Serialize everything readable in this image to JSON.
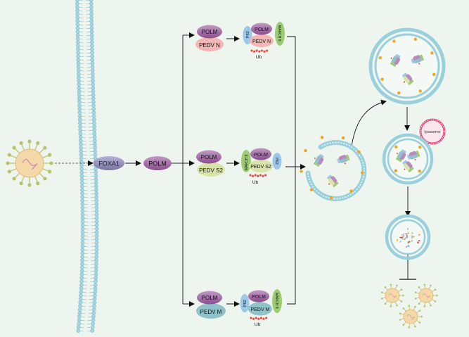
{
  "labels": {
    "foxa1": "FOXA1",
    "polm": "POLM",
    "pedv_n": "PEDV N",
    "pedv_s2": "PEDV S2",
    "pedv_m": "PEDV M",
    "march8": "MARCH 8",
    "p62": "P62",
    "ub": "Ub",
    "lysosome": "lysosome"
  },
  "colors": {
    "background": "#eef5ee",
    "membrane": "#9ad0dc",
    "virion_core": "#f4d9a8",
    "virion_spike": "#b9c26a",
    "foxa1": "#8a86b9",
    "polm": "#9a5a9c",
    "pedv_n": "#f2b7b5",
    "pedv_s2": "#d9e5a8",
    "pedv_m": "#8fc3c9",
    "march8": "#9ccc72",
    "p62": "#9dc6e8",
    "ub": "#e0463a",
    "vesicle_dot": "#f2a521",
    "lysosome": "#e04a7a"
  }
}
